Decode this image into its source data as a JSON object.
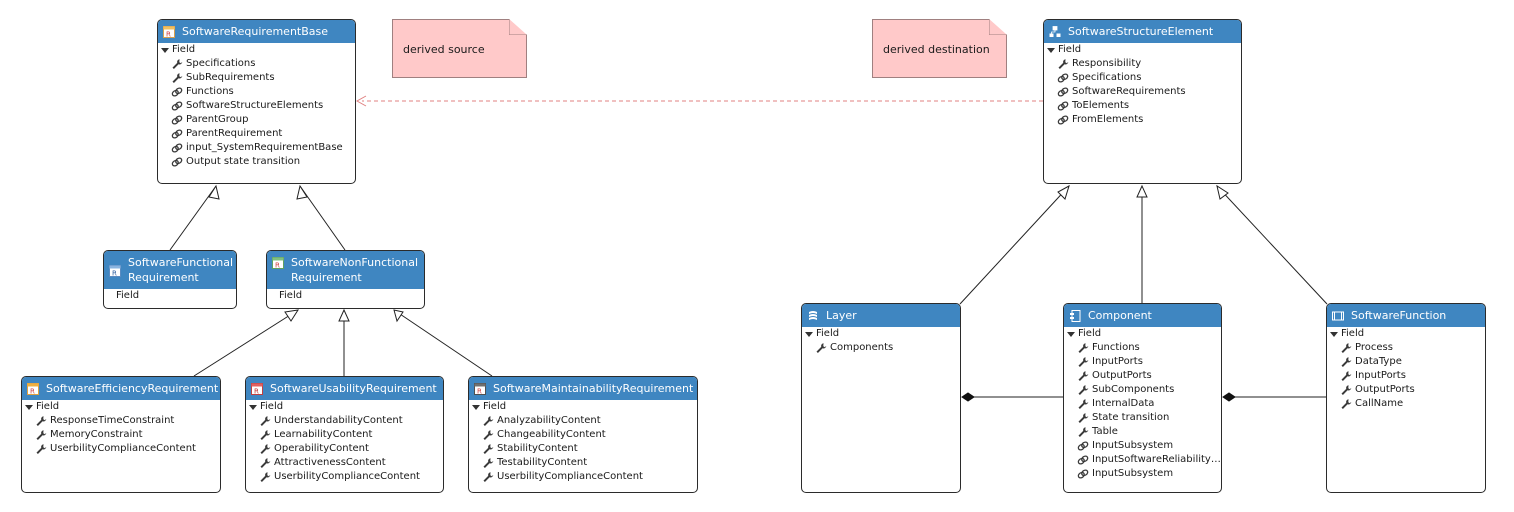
{
  "notes": {
    "source": "derived source",
    "destination": "derived destination"
  },
  "classes": {
    "software_requirement_base": {
      "name": "SoftwareRequirementBase",
      "section": "Field",
      "members": [
        {
          "name": "Specifications",
          "kind": "wrench"
        },
        {
          "name": "SubRequirements",
          "kind": "wrench"
        },
        {
          "name": "Functions",
          "kind": "link"
        },
        {
          "name": "SoftwareStructureElements",
          "kind": "link"
        },
        {
          "name": "ParentGroup",
          "kind": "link"
        },
        {
          "name": "ParentRequirement",
          "kind": "link"
        },
        {
          "name": "input_SystemRequirementBase",
          "kind": "link"
        },
        {
          "name": "Output state transition",
          "kind": "link"
        }
      ]
    },
    "software_functional_requirement": {
      "name_line1": "SoftwareFunctional",
      "name_line2": "Requirement",
      "section": "Field"
    },
    "software_nonfunctional_requirement": {
      "name_line1": "SoftwareNonFunctional",
      "name_line2": "Requirement",
      "section": "Field"
    },
    "software_efficiency_requirement": {
      "name": "SoftwareEfficiencyRequirement",
      "section": "Field",
      "members": [
        {
          "name": "ResponseTimeConstraint",
          "kind": "wrench"
        },
        {
          "name": "MemoryConstraint",
          "kind": "wrench"
        },
        {
          "name": "UserbilityComplianceContent",
          "kind": "wrench"
        }
      ]
    },
    "software_usability_requirement": {
      "name": "SoftwareUsabilityRequirement",
      "section": "Field",
      "members": [
        {
          "name": "UnderstandabilityContent",
          "kind": "wrench"
        },
        {
          "name": "LearnabilityContent",
          "kind": "wrench"
        },
        {
          "name": "OperabilityContent",
          "kind": "wrench"
        },
        {
          "name": "AttractivenessContent",
          "kind": "wrench"
        },
        {
          "name": "UserbilityComplianceContent",
          "kind": "wrench"
        }
      ]
    },
    "software_maintainability_requirement": {
      "name": "SoftwareMaintainabilityRequirement",
      "section": "Field",
      "members": [
        {
          "name": "AnalyzabilityContent",
          "kind": "wrench"
        },
        {
          "name": "ChangeabilityContent",
          "kind": "wrench"
        },
        {
          "name": "StabilityContent",
          "kind": "wrench"
        },
        {
          "name": "TestabilityContent",
          "kind": "wrench"
        },
        {
          "name": "UserbilityComplianceContent",
          "kind": "wrench"
        }
      ]
    },
    "software_structure_element": {
      "name": "SoftwareStructureElement",
      "section": "Field",
      "members": [
        {
          "name": "Responsibility",
          "kind": "wrench"
        },
        {
          "name": "Specifications",
          "kind": "link"
        },
        {
          "name": "SoftwareRequirements",
          "kind": "link"
        },
        {
          "name": "ToElements",
          "kind": "link"
        },
        {
          "name": "FromElements",
          "kind": "link"
        }
      ]
    },
    "layer": {
      "name": "Layer",
      "section": "Field",
      "members": [
        {
          "name": "Components",
          "kind": "wrench"
        }
      ]
    },
    "component": {
      "name": "Component",
      "section": "Field",
      "members": [
        {
          "name": "Functions",
          "kind": "wrench"
        },
        {
          "name": "InputPorts",
          "kind": "wrench"
        },
        {
          "name": "OutputPorts",
          "kind": "wrench"
        },
        {
          "name": "SubComponents",
          "kind": "wrench"
        },
        {
          "name": "InternalData",
          "kind": "wrench"
        },
        {
          "name": "State transition",
          "kind": "wrench"
        },
        {
          "name": "Table",
          "kind": "wrench"
        },
        {
          "name": "InputSubsystem",
          "kind": "link"
        },
        {
          "name": "InputSoftwareReliabilityR...",
          "kind": "link"
        },
        {
          "name": "InputSubsystem",
          "kind": "link"
        }
      ]
    },
    "software_function": {
      "name": "SoftwareFunction",
      "section": "Field",
      "members": [
        {
          "name": "Process",
          "kind": "wrench"
        },
        {
          "name": "DataType",
          "kind": "wrench"
        },
        {
          "name": "InputPorts",
          "kind": "wrench"
        },
        {
          "name": "OutputPorts",
          "kind": "wrench"
        },
        {
          "name": "CallName",
          "kind": "wrench"
        }
      ]
    }
  },
  "colors": {
    "header": "#3f86c1",
    "note_fill": "#ffc9c9",
    "border": "#2b2b2b",
    "dashed_link": "#e08080"
  }
}
